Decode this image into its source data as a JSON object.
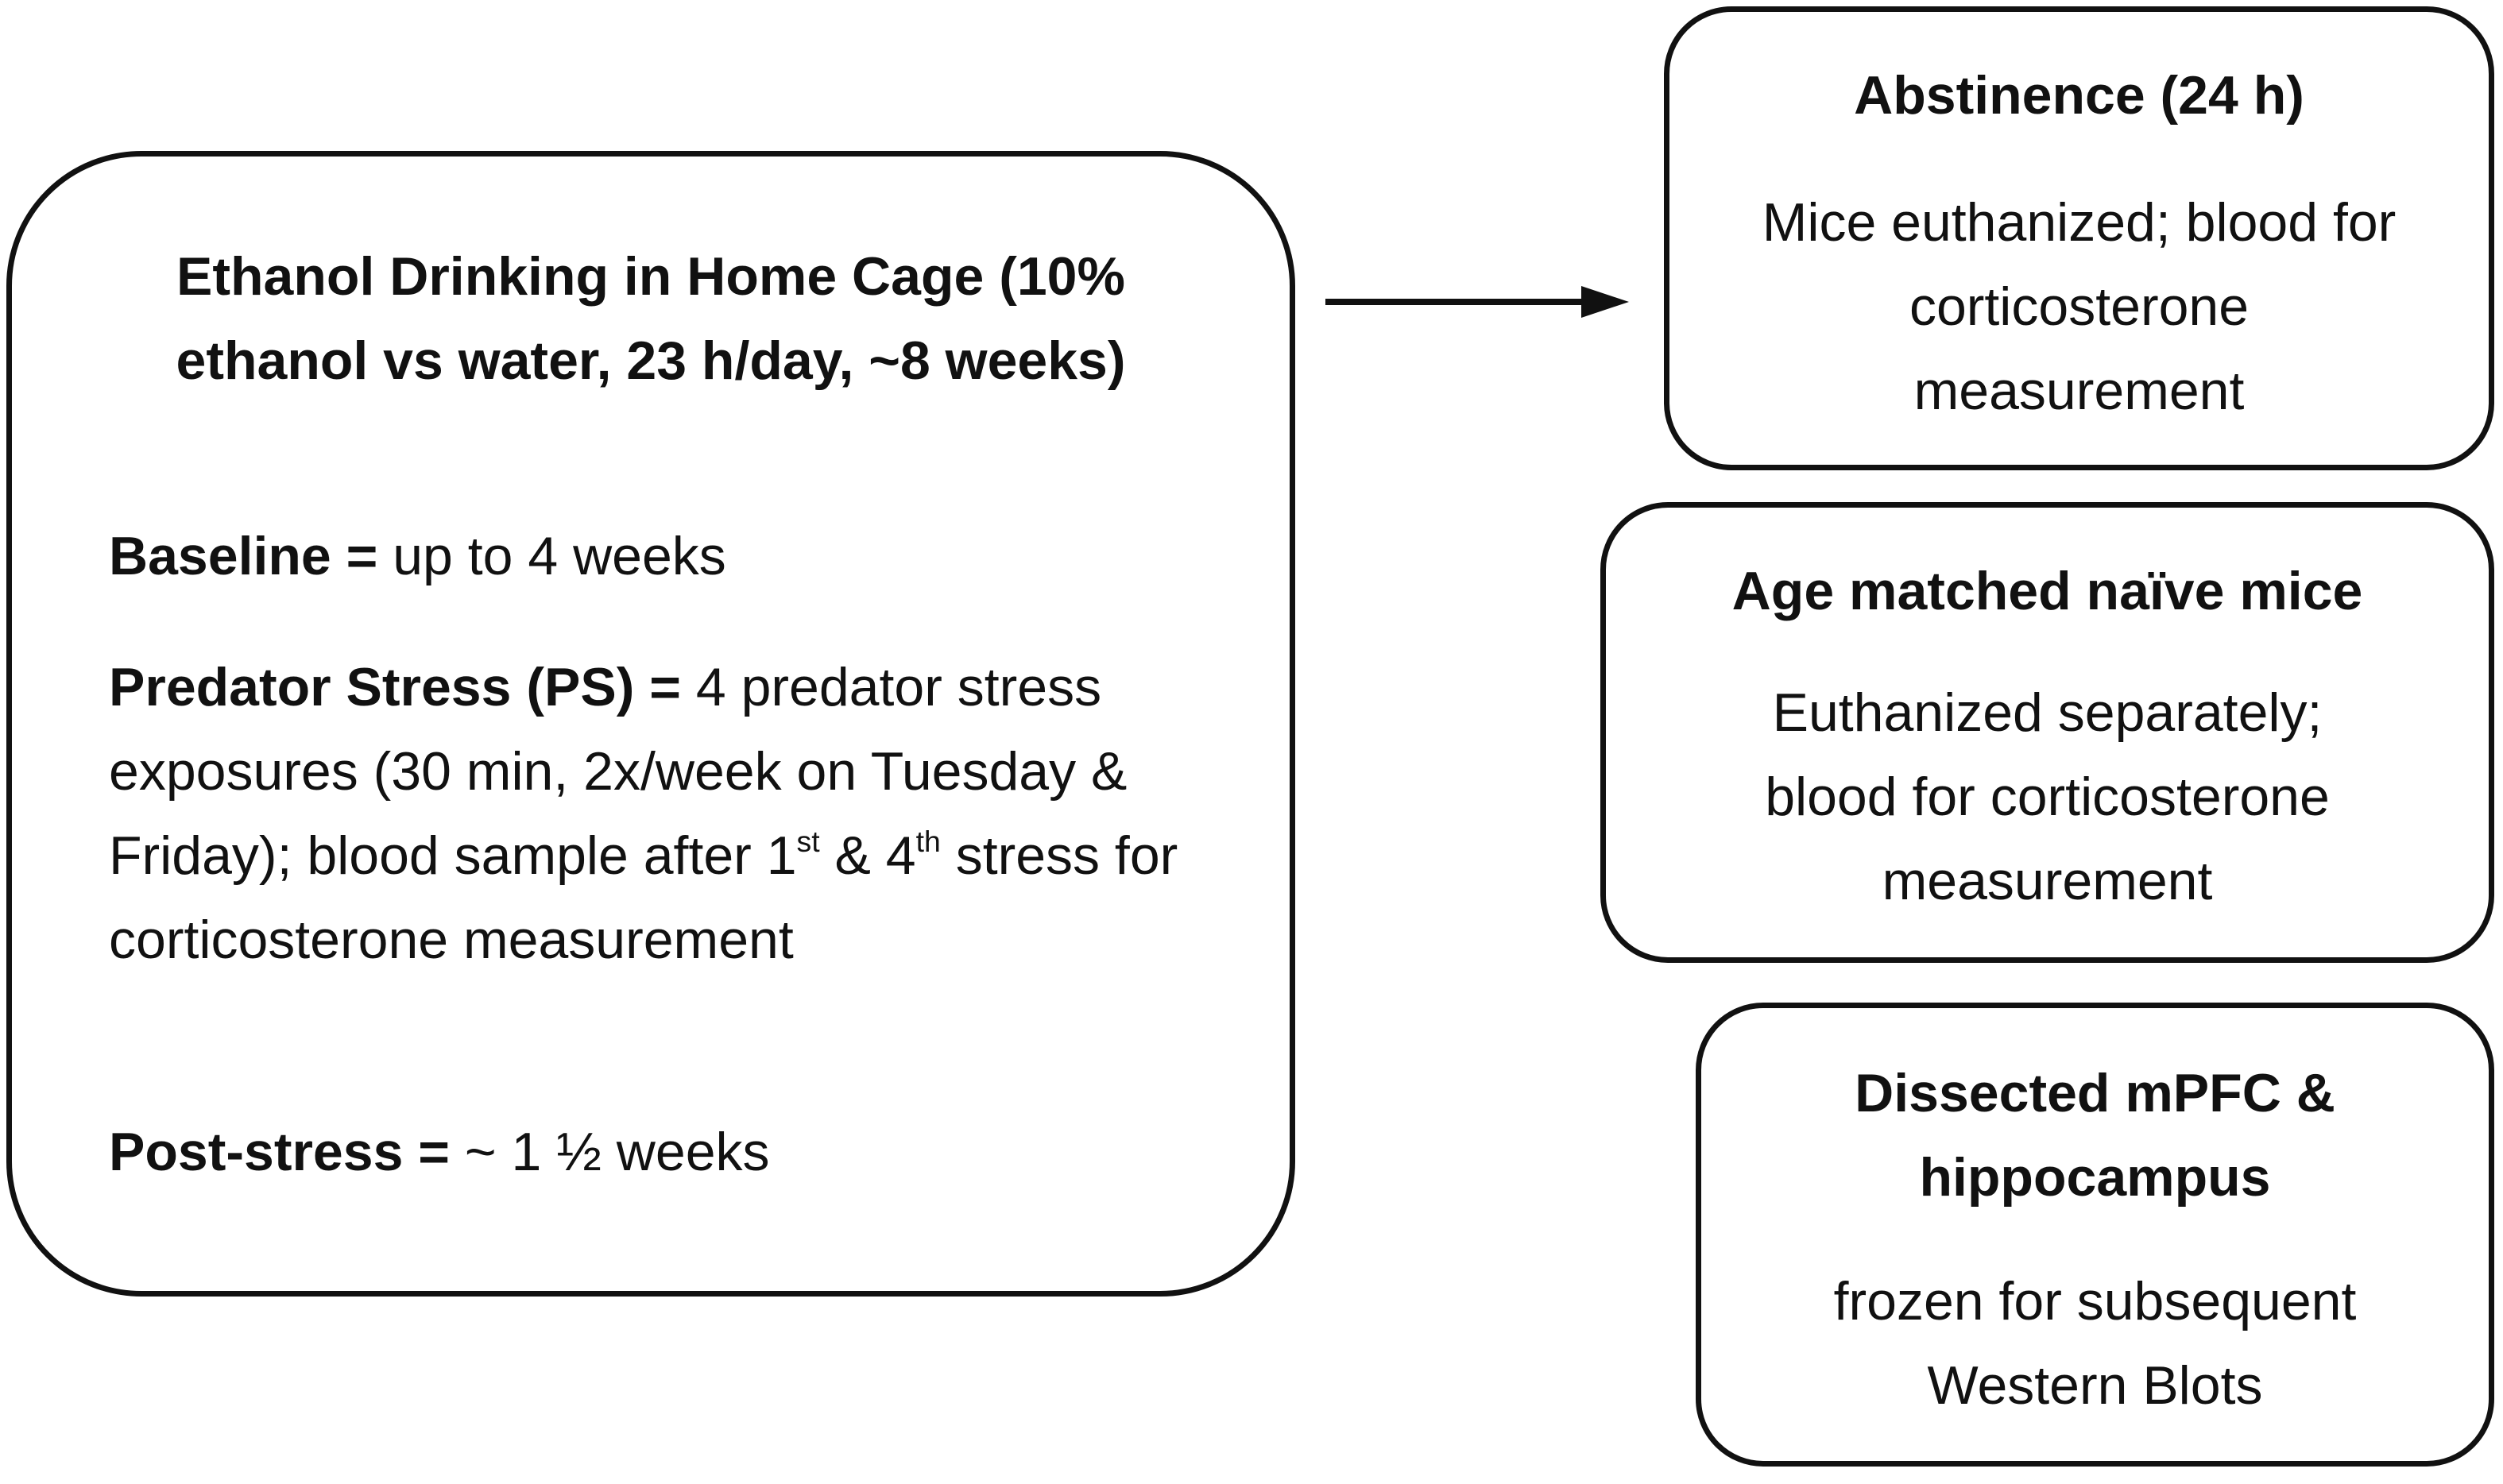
{
  "main_box": {
    "title": "Ethanol Drinking in Home Cage (10% ethanol vs water, 23 h/day, ~8 weeks)",
    "baseline_label": "Baseline =",
    "baseline_text": "up to 4 weeks",
    "ps_label": "Predator Stress (PS) =",
    "ps_text_1": "4 predator stress exposures (30 min, 2x/week on Tuesday & Friday); blood sample after 1",
    "ps_sup_1": "st",
    "ps_text_2": "& 4",
    "ps_sup_2": "th",
    "ps_text_3": "stress for corticosterone measurement",
    "post_label": "Post-stress =",
    "post_text": "~ 1 ½ weeks"
  },
  "abstinence_box": {
    "title": "Abstinence (24 h)",
    "body": "Mice euthanized; blood for corticosterone measurement"
  },
  "naive_box": {
    "title": "Age matched naïve mice",
    "body": "Euthanized separately; blood for corticosterone measurement"
  },
  "dissected_box": {
    "title": "Dissected mPFC & hippocampus",
    "body": "frozen for subsequent Western Blots"
  }
}
